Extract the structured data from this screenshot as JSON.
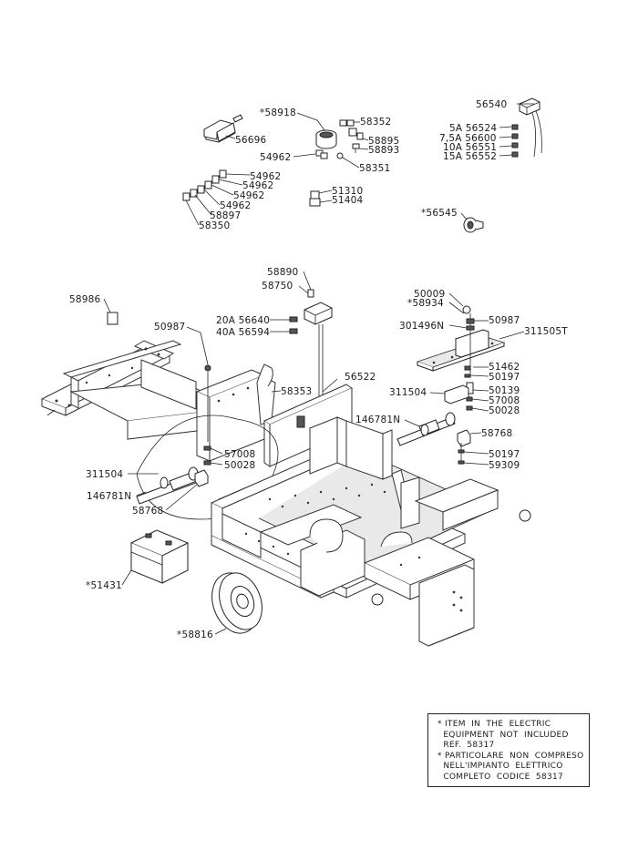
{
  "callouts": [
    {
      "id": "c-58918",
      "text": "*58918"
    },
    {
      "id": "c-58352",
      "text": "58352"
    },
    {
      "id": "c-58895",
      "text": "58895"
    },
    {
      "id": "c-58893",
      "text": "58893"
    },
    {
      "id": "c-54962a",
      "text": "54962"
    },
    {
      "id": "c-58351",
      "text": "58351"
    },
    {
      "id": "c-56696",
      "text": "56696"
    },
    {
      "id": "c-54962b",
      "text": "54962"
    },
    {
      "id": "c-54962c",
      "text": "54962"
    },
    {
      "id": "c-54962d",
      "text": "54962"
    },
    {
      "id": "c-54962e",
      "text": "54962"
    },
    {
      "id": "c-58897",
      "text": "58897"
    },
    {
      "id": "c-58350",
      "text": "58350"
    },
    {
      "id": "c-51310",
      "text": "51310"
    },
    {
      "id": "c-51404",
      "text": "51404"
    },
    {
      "id": "c-56540",
      "text": "56540"
    },
    {
      "id": "c-56524",
      "text": "5A 56524"
    },
    {
      "id": "c-56600",
      "text": "7,5A 56600"
    },
    {
      "id": "c-56551",
      "text": "10A 56551"
    },
    {
      "id": "c-56552",
      "text": "15A 56552"
    },
    {
      "id": "c-56545",
      "text": "*56545"
    },
    {
      "id": "c-58890",
      "text": "58890"
    },
    {
      "id": "c-58750",
      "text": "58750"
    },
    {
      "id": "c-56640",
      "text": "20A 56640"
    },
    {
      "id": "c-56594",
      "text": "40A 56594"
    },
    {
      "id": "c-58986",
      "text": "58986"
    },
    {
      "id": "c-50987a",
      "text": "50987"
    },
    {
      "id": "c-50009",
      "text": "50009"
    },
    {
      "id": "c-58934",
      "text": "*58934"
    },
    {
      "id": "c-50987b",
      "text": "50987"
    },
    {
      "id": "c-301496N",
      "text": "301496N"
    },
    {
      "id": "c-311505T",
      "text": "311505T"
    },
    {
      "id": "c-56522",
      "text": "56522"
    },
    {
      "id": "c-58353",
      "text": "58353"
    },
    {
      "id": "c-51462",
      "text": "51462"
    },
    {
      "id": "c-50197a",
      "text": "50197"
    },
    {
      "id": "c-311504a",
      "text": "311504"
    },
    {
      "id": "c-50139",
      "text": "50139"
    },
    {
      "id": "c-57008a",
      "text": "57008"
    },
    {
      "id": "c-50028a",
      "text": "50028"
    },
    {
      "id": "c-146781Na",
      "text": "146781N"
    },
    {
      "id": "c-58768a",
      "text": "58768"
    },
    {
      "id": "c-50197b",
      "text": "50197"
    },
    {
      "id": "c-59309",
      "text": "59309"
    },
    {
      "id": "c-57008b",
      "text": "57008"
    },
    {
      "id": "c-50028b",
      "text": "50028"
    },
    {
      "id": "c-311504b",
      "text": "311504"
    },
    {
      "id": "c-146781Nb",
      "text": "146781N"
    },
    {
      "id": "c-58768b",
      "text": "58768"
    },
    {
      "id": "c-51431",
      "text": "*51431"
    },
    {
      "id": "c-58816",
      "text": "*58816"
    }
  ],
  "note": {
    "lines": [
      "* ITEM  IN  THE  ELECTRIC",
      "  EQUIPMENT  NOT  INCLUDED",
      "  REF.  58317",
      "* PARTICOLARE  NON  COMPRESO",
      "  NELL'IMPIANTO  ELETTRICO",
      "  COMPLETO  CODICE  58317"
    ]
  }
}
